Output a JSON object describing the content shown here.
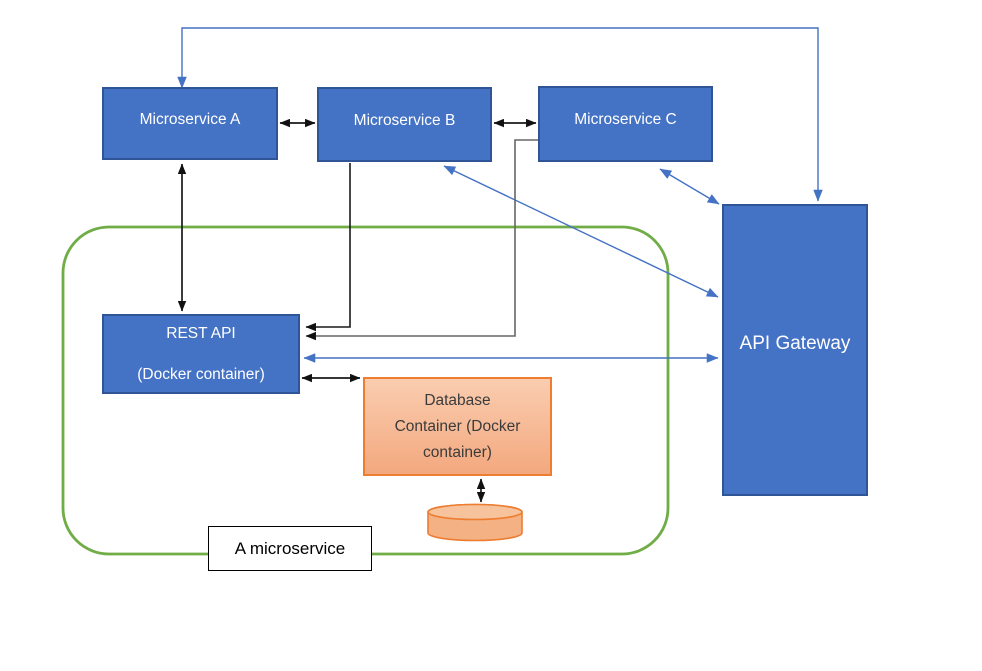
{
  "diagram": {
    "nodes": {
      "microservice_a": {
        "label": "Microservice A"
      },
      "microservice_b": {
        "label": "Microservice B"
      },
      "microservice_c": {
        "label": "Microservice C"
      },
      "api_gateway": {
        "label": "API Gateway"
      },
      "rest_api": {
        "lines": [
          "REST API",
          "(Docker container)"
        ]
      },
      "database_container": {
        "lines": [
          "Database",
          "Container (Docker",
          "container)"
        ]
      },
      "group_label": {
        "label": "A microservice"
      }
    },
    "connections": [
      {
        "from": "Microservice A",
        "to": "Microservice B",
        "color": "black",
        "bidirectional": true
      },
      {
        "from": "Microservice B",
        "to": "Microservice C",
        "color": "black",
        "bidirectional": true
      },
      {
        "from": "Microservice A",
        "to": "REST API",
        "color": "black",
        "bidirectional": true
      },
      {
        "from": "Microservice B",
        "to": "REST API",
        "color": "black",
        "bidirectional": false,
        "route": "elbow"
      },
      {
        "from": "Microservice C",
        "to": "REST API",
        "color": "gray",
        "bidirectional": false,
        "route": "elbow"
      },
      {
        "from": "REST API",
        "to": "Database Container",
        "color": "black",
        "bidirectional": true
      },
      {
        "from": "Database Container",
        "to": "Database cylinder",
        "color": "black",
        "bidirectional": true
      },
      {
        "from": "Microservice A",
        "to": "API Gateway",
        "color": "blue",
        "bidirectional": true,
        "route": "over-top"
      },
      {
        "from": "Microservice B",
        "to": "API Gateway",
        "color": "blue",
        "bidirectional": true,
        "route": "diagonal"
      },
      {
        "from": "Microservice C",
        "to": "API Gateway",
        "color": "blue",
        "bidirectional": true,
        "route": "diagonal"
      },
      {
        "from": "REST API",
        "to": "API Gateway",
        "color": "blue",
        "bidirectional": true,
        "route": "straight"
      }
    ],
    "colors": {
      "node_fill": "#4472C4",
      "node_border": "#2F5597",
      "node_text": "#FFFFFF",
      "orange_fill_top": "#FACDB0",
      "orange_fill_bottom": "#F3A87E",
      "orange_border": "#ED7D31",
      "cylinder_fill": "#F4B183",
      "group_border": "#70AD47",
      "arrow_black": "#1A1A1A",
      "arrow_gray": "#666666",
      "arrow_blue": "#4472C4",
      "label_text": "#000000"
    }
  }
}
